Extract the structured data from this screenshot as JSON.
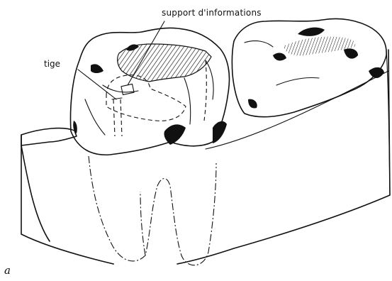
{
  "labels": {
    "support": "support d'informations",
    "tige": "tige",
    "panel": "a"
  },
  "colors": {
    "ink": "#111111",
    "background": "#ffffff"
  }
}
